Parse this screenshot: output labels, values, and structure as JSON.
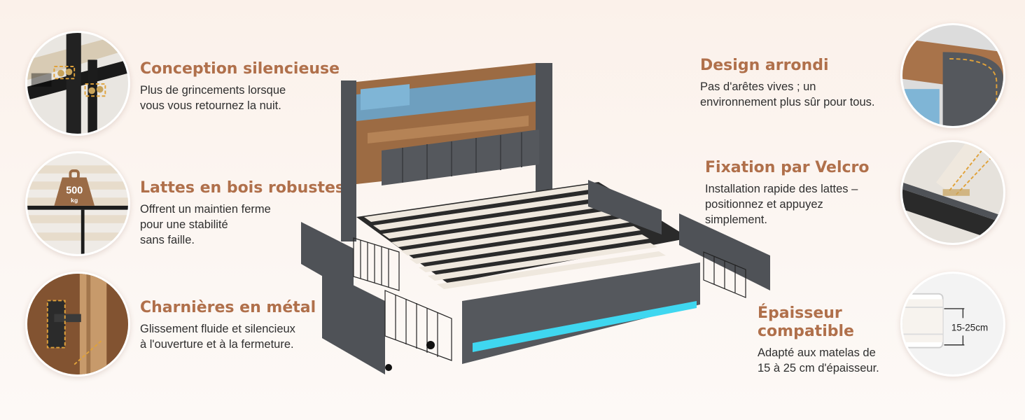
{
  "features_left": [
    {
      "id": "silent",
      "title": "Conception silencieuse",
      "lines": [
        "Plus de grincements lorsque",
        "vous vous retournez la nuit."
      ],
      "icon": "bolt-joint-icon"
    },
    {
      "id": "slats",
      "title": "Lattes en bois robustes",
      "lines": [
        "Offrent un maintien ferme",
        "pour une stabilité",
        "sans faille."
      ],
      "icon": "weight-slats-icon",
      "badge_value": "500",
      "badge_unit": "kg"
    },
    {
      "id": "hinges",
      "title": "Charnières en métal",
      "lines": [
        "Glissement fluide et silencieux",
        "à l'ouverture et à la fermeture."
      ],
      "icon": "hinge-icon"
    }
  ],
  "features_right": [
    {
      "id": "rounded",
      "title": "Design arrondi",
      "lines": [
        "Pas d'arêtes vives ; un",
        "environnement plus sûr pour tous."
      ],
      "icon": "rounded-corner-icon"
    },
    {
      "id": "velcro",
      "title": "Fixation par Velcro",
      "lines": [
        "Installation rapide des lattes –",
        "positionnez et appuyez",
        "simplement."
      ],
      "icon": "velcro-icon"
    },
    {
      "id": "thickness",
      "title": "Épaisseur compatible",
      "title_lines": [
        "Épaisseur",
        "compatible"
      ],
      "lines": [
        "Adapté aux matelas de",
        "15 à 25 cm d'épaisseur."
      ],
      "icon": "mattress-icon",
      "measure": "15-25cm"
    }
  ],
  "colors": {
    "accent": "#b0704b",
    "text": "#2f2f2f",
    "fabric": "#55585d",
    "wood": "#a8734a",
    "led": "#3fd7f0"
  }
}
